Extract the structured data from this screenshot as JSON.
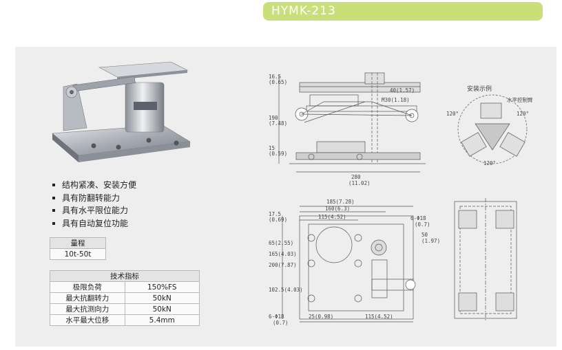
{
  "header": {
    "model": "HYMK-213"
  },
  "features": [
    "结构紧凑、安装方便",
    "具有防翻转能力",
    "具有水平限位能力",
    "具有自动复位功能"
  ],
  "range_table": {
    "header": "量程",
    "value": "10t-50t"
  },
  "spec_table": {
    "header": "技术指标",
    "rows": [
      {
        "name": "极限负荷",
        "value": "150%FS"
      },
      {
        "name": "最大抗翻转力",
        "value": "50kN"
      },
      {
        "name": "最大抗测向力",
        "value": "50kN"
      },
      {
        "name": "水平最大位移",
        "value": "5.4mm"
      }
    ]
  },
  "drawing": {
    "install_title": "安装示例",
    "install_note": "水平控制臂",
    "angles": [
      "120°",
      "120°",
      "120°"
    ],
    "front": {
      "d_top": "16.5",
      "d_top_in": "(0.65)",
      "d_height": "190",
      "d_height_in": "(7.48)",
      "d_base": "15",
      "d_base_in": "(0.59)",
      "d_width": "280",
      "d_width_in": "(11.02)",
      "d_40": "40(1.57)",
      "d_bolt": "M30(1.18)"
    },
    "top": {
      "d_185": "185(7.28)",
      "d_160": "160(6.3)",
      "d_115": "115(4.52)",
      "d_175": "17.5",
      "d_175_in": "(0.69)",
      "d_200": "200(7.87)",
      "d_165": "165(4.03)",
      "d_65": "65(2.55)",
      "d_1025": "102.5(4.03)",
      "d_holes_a": "6-Φ18",
      "d_holes_a_in": "(0.7)",
      "d_holes_b": "6-Φ18",
      "d_holes_b_in": "(0.7)",
      "d_25": "25(0.98)",
      "d_115b": "115(4.52)",
      "d_50": "50",
      "d_50_in": "(1.97)"
    }
  }
}
